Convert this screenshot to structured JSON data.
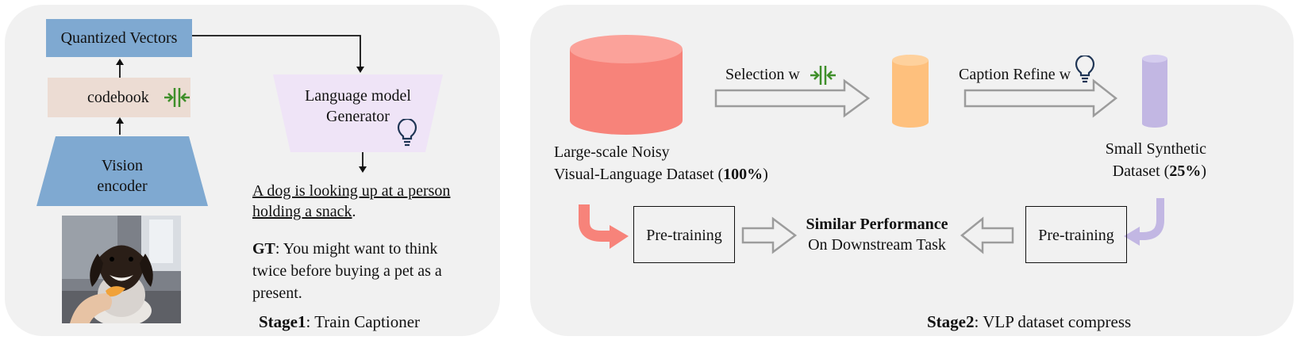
{
  "stage1": {
    "quantized_vectors": "Quantized Vectors",
    "codebook": "codebook",
    "vision_encoder": [
      "Vision",
      "encoder"
    ],
    "language_model": [
      "Language model",
      "Generator"
    ],
    "generated_caption": [
      "A dog is looking up at a person",
      "holding a snack"
    ],
    "generated_caption_end": ".",
    "gt_label": "GT",
    "gt_text": [
      ": You might want to think",
      "twice before buying a pet as a",
      "present."
    ],
    "stage_label_bold": "Stage1",
    "stage_label_rest": ": Train Captioner"
  },
  "stage2": {
    "selection": "Selection w",
    "caption_refine": "Caption Refine w",
    "large_dataset_line1": "Large-scale Noisy",
    "large_dataset_line2": "Visual-Language Dataset (",
    "large_dataset_pct": "100%",
    "large_dataset_close": ")",
    "small_dataset_line1": "Small Synthetic",
    "small_dataset_line2": "Dataset (",
    "small_dataset_pct": "25%",
    "small_dataset_close": ")",
    "pretraining_left": "Pre-training",
    "pretraining_right": "Pre-training",
    "similar_performance": "Similar Performance",
    "downstream": "On Downstream Task",
    "stage_label_bold": "Stage2",
    "stage_label_rest": ": VLP dataset compress"
  },
  "colors": {
    "panel": "#f1f1f1",
    "blue_box": "#7fa9d1",
    "codebook_box": "#ecdcd3",
    "lm_box": "#efe4f7",
    "compress_icon": "#3f8f2a",
    "bulb_icon": "#1f3555",
    "big_cylinder": "#f7837a",
    "mid_cylinder": "#fec07d",
    "small_cylinder": "#c2b7e3"
  }
}
